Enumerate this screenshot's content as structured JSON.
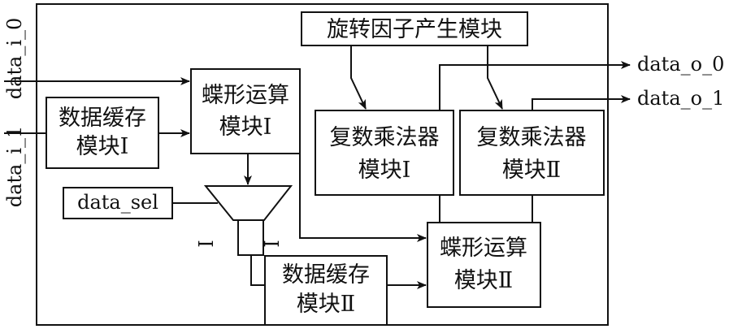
{
  "diagram": {
    "inputs": {
      "data_i_0": "data_i_0",
      "data_i_1": "data_i_1",
      "data_sel": "data_sel"
    },
    "outputs": {
      "data_o_0": "data_o_0",
      "data_o_1": "data_o_1"
    },
    "blocks": {
      "twiddle_gen": "旋转因子产生模块",
      "buffer1": [
        "数据缓存",
        "模块Ⅰ"
      ],
      "butterfly1": [
        "蝶形运算",
        "模块Ⅰ"
      ],
      "cmul1": [
        "复数乘法器",
        "模块Ⅰ"
      ],
      "cmul2": [
        "复数乘法器",
        "模块Ⅱ"
      ],
      "buffer2": [
        "数据缓存",
        "模块Ⅱ"
      ],
      "butterfly2": [
        "蝶形运算",
        "模块Ⅱ"
      ]
    },
    "mux_port_labels": [
      "I",
      "I"
    ]
  }
}
